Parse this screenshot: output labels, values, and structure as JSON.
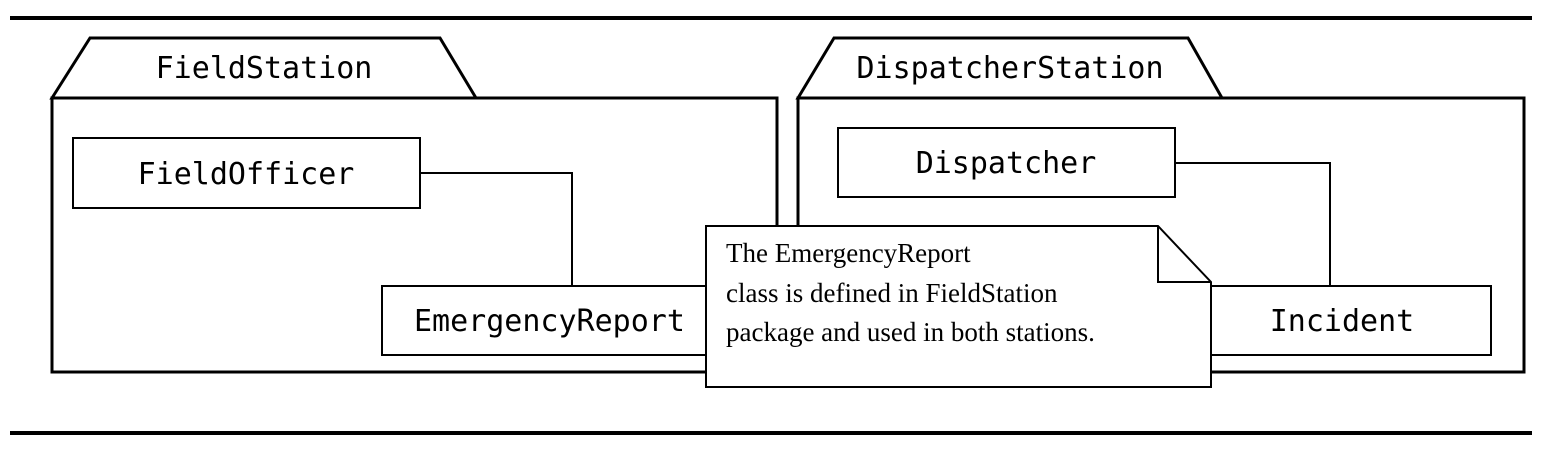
{
  "packages": {
    "field_station": {
      "name": "FieldStation",
      "classes": {
        "field_officer": "FieldOfficer",
        "emergency_report": "EmergencyReport"
      }
    },
    "dispatcher_station": {
      "name": "DispatcherStation",
      "classes": {
        "dispatcher": "Dispatcher",
        "incident": "Incident"
      }
    }
  },
  "note": {
    "lines": [
      "The EmergencyReport",
      "class is defined in FieldStation",
      "package and used in both stations."
    ]
  }
}
